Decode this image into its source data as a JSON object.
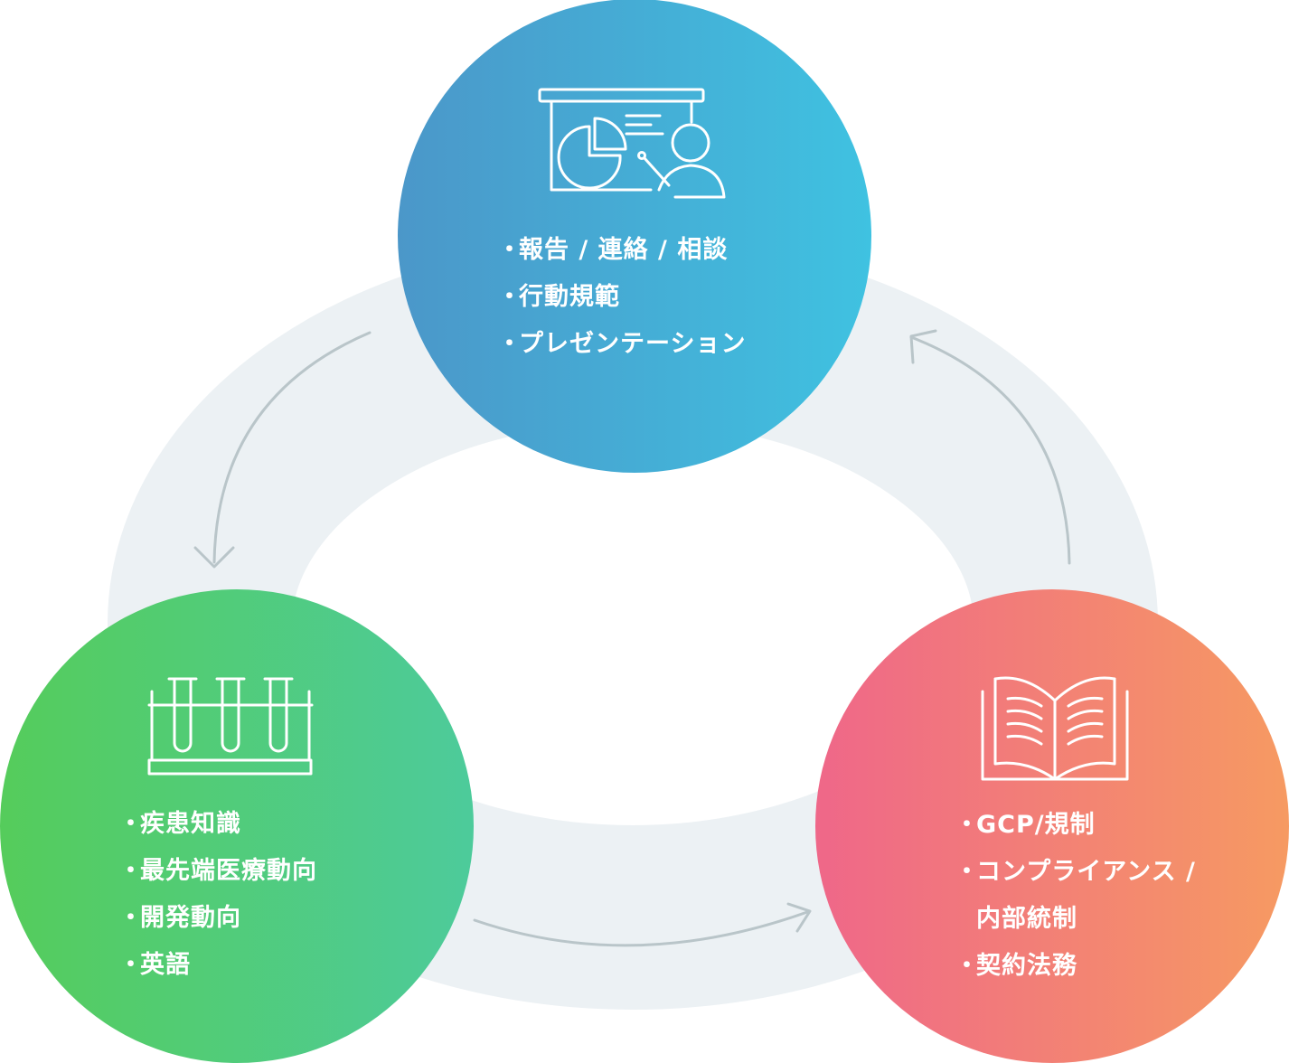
{
  "cycle": {
    "colors": {
      "ring": "#ECF1F4",
      "arrow": "#B9C5C9",
      "top_gradient": [
        "#4B97C9",
        "#3FC2E1"
      ],
      "left_gradient": [
        "#55CC5B",
        "#4DCB9B"
      ],
      "right_gradient": [
        "#EF6789",
        "#F69A62"
      ]
    },
    "nodes": {
      "top": {
        "icon": "presentation-icon",
        "items": [
          "報告 / 連絡 / 相談",
          "行動規範",
          "プレゼンテーション"
        ]
      },
      "left": {
        "icon": "test-tubes-icon",
        "items": [
          "疾患知識",
          "最先端医療動向",
          "開発動向",
          "英語"
        ]
      },
      "right": {
        "icon": "open-book-icon",
        "items": [
          "GCP/規制",
          "コンプライアンス /",
          "内部統制",
          "契約法務"
        ]
      }
    },
    "arrows": [
      "arrow-top-to-left",
      "arrow-left-to-right",
      "arrow-right-to-top"
    ],
    "bullet": "・"
  }
}
